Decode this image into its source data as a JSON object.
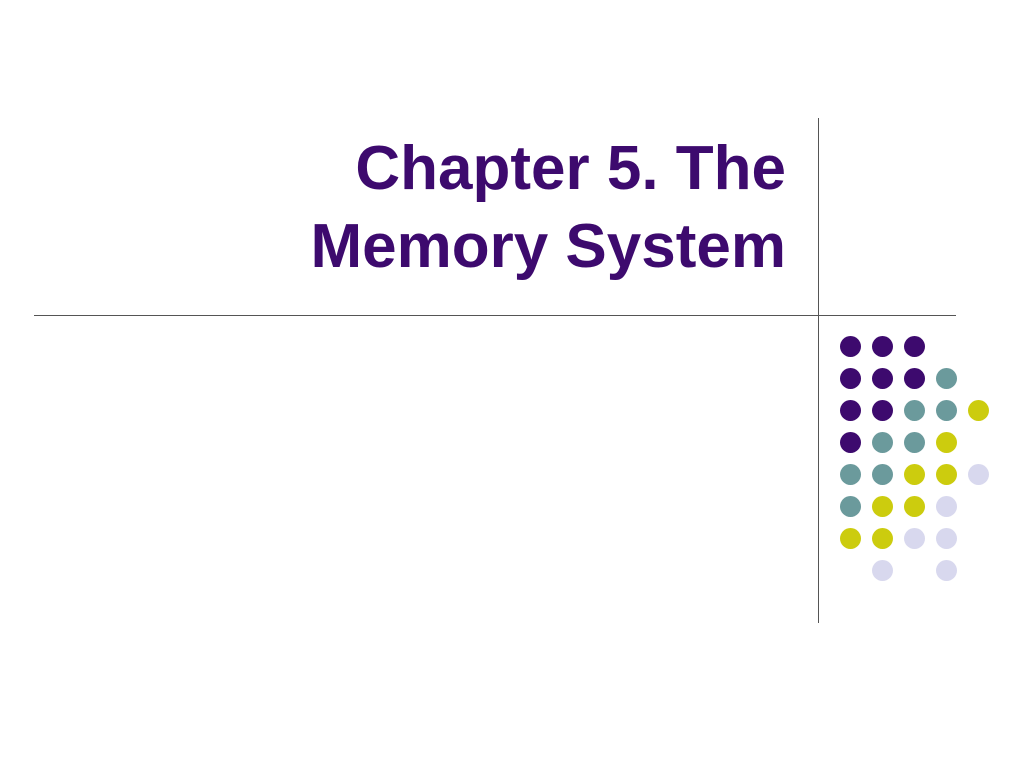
{
  "slide": {
    "title_line1": "Chapter 5. The",
    "title_line2": "Memory System"
  },
  "decoration": {
    "colors": {
      "purple": "#3d0a6e",
      "teal": "#6b9a9c",
      "lime": "#cccc0e",
      "lavender": "#d8d8ee"
    },
    "dot_grid": [
      [
        "purple",
        "purple",
        "purple",
        "",
        ""
      ],
      [
        "purple",
        "purple",
        "purple",
        "teal",
        ""
      ],
      [
        "purple",
        "purple",
        "teal",
        "teal",
        "lime"
      ],
      [
        "purple",
        "teal",
        "teal",
        "lime",
        ""
      ],
      [
        "teal",
        "teal",
        "lime",
        "lime",
        "lavender"
      ],
      [
        "teal",
        "lime",
        "lime",
        "lavender",
        ""
      ],
      [
        "lime",
        "lime",
        "lavender",
        "lavender",
        ""
      ],
      [
        "",
        "lavender",
        "",
        "lavender",
        ""
      ]
    ]
  }
}
